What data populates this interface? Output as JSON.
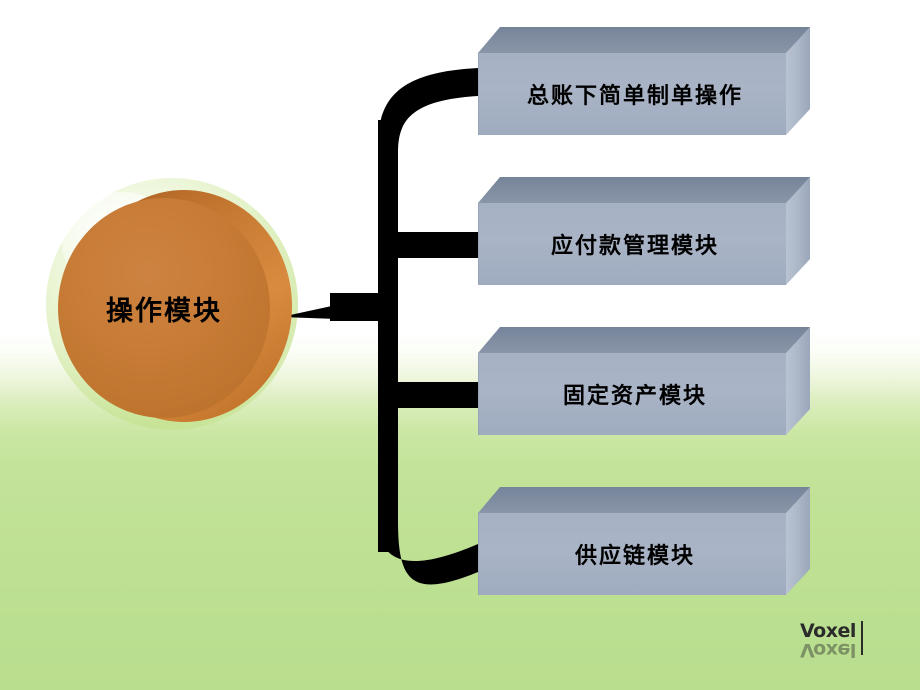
{
  "slide": {
    "background": {
      "top_color": "#ffffff",
      "bottom_color": "#b9de8e",
      "style": "white-to-green vertical gradient"
    }
  },
  "hub": {
    "label": "操作模块",
    "shape": "ellipse-3d",
    "fill_color": "#c87c37",
    "shadow_color": "#a85e1f",
    "text_color": "#000000"
  },
  "decor": {
    "bubble_glow": "green-circular-glow",
    "bubble_color": "#c4e28d"
  },
  "connectors": {
    "color": "#000000",
    "style": "tapered-ribbon-elbow",
    "count": 5,
    "items": [
      {
        "name": "hub-to-trunk",
        "from": "hub",
        "to": "trunk"
      },
      {
        "name": "trunk-to-node-0",
        "from": "trunk",
        "to": "node-0",
        "curved": true
      },
      {
        "name": "trunk-to-node-1",
        "from": "trunk",
        "to": "node-1",
        "curved": false
      },
      {
        "name": "trunk-to-node-2",
        "from": "trunk",
        "to": "node-2",
        "curved": false
      },
      {
        "name": "trunk-to-node-3",
        "from": "trunk",
        "to": "node-3",
        "curved": true
      }
    ]
  },
  "nodes": [
    {
      "label": "总账下简单制单操作",
      "front_color": "#a9b4c6",
      "top_color": "#82909f",
      "side_color": "#b0bbca"
    },
    {
      "label": "应付款管理模块",
      "front_color": "#a9b4c6",
      "top_color": "#82909f",
      "side_color": "#b0bbca"
    },
    {
      "label": "固定资产模块",
      "front_color": "#a9b4c6",
      "top_color": "#82909f",
      "side_color": "#b0bbca"
    },
    {
      "label": "供应链模块",
      "front_color": "#a9b4c6",
      "top_color": "#82909f",
      "side_color": "#b0bbca"
    }
  ],
  "watermark": {
    "text": "Voxel",
    "mirror_text": "Voxel",
    "color": "#2b2b2b"
  }
}
